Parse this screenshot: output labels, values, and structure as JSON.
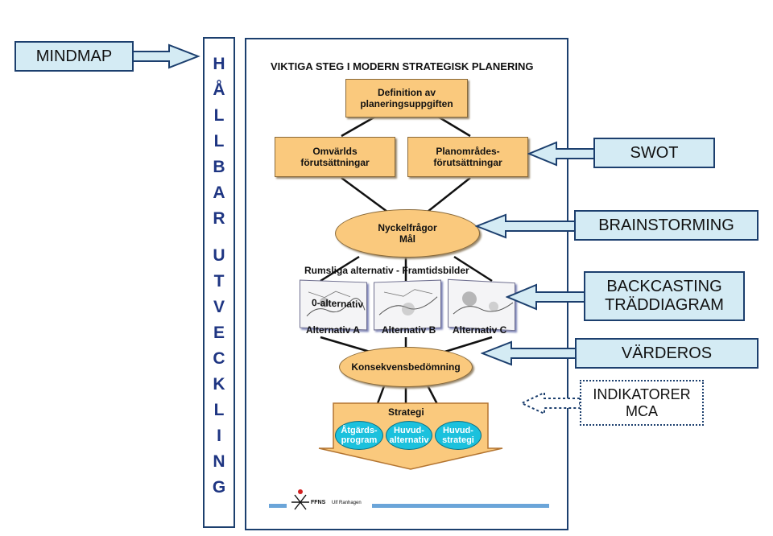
{
  "left_label": "MINDMAP",
  "vertical_letters": [
    "H",
    "Å",
    "L",
    "L",
    "B",
    "A",
    "R",
    "U",
    "T",
    "V",
    "E",
    "C",
    "K",
    "L",
    "I",
    "N",
    "G"
  ],
  "poster": {
    "title": "VIKTIGA STEG I MODERN STRATEGISK PLANERING",
    "definition": "Definition av\nplaneringsuppgiften",
    "omvarld": "Omvärlds\nförutsättningar",
    "planomrade": "Planområdes-\nförutsättningar",
    "nyckel": "Nyckelfrågor\nMål",
    "rumsliga": "Rumsliga alternativ - Framtidsbilder",
    "noll_alt": "0-alternativ",
    "alt_a": "Alternativ A",
    "alt_b": "Alternativ B",
    "alt_c": "Alternativ C",
    "konsekvens": "Konsekvensbedömning",
    "strategi": "Strategi",
    "atgard": "Åtgärds-\nprogram",
    "huvudalt": "Huvud-\nalternativ",
    "huvudstrat": "Huvud-\nstrategi",
    "logo_text": "FFNS",
    "author": "Ulf Ranhagen"
  },
  "right_labels": {
    "swot": "SWOT",
    "brainstorming": "BRAINSTORMING",
    "backcasting": "BACKCASTING\nTRÄDDIAGRAM",
    "varderos": "VÄRDEROS",
    "indikatorer": "INDIKATORER\nMCA"
  },
  "colors": {
    "box_fill": "#fac97d",
    "label_fill": "#d4ebf4",
    "border_navy": "#1c3f6e",
    "accent_cyan": "#1bc1dd",
    "letters": "#1e3582"
  }
}
